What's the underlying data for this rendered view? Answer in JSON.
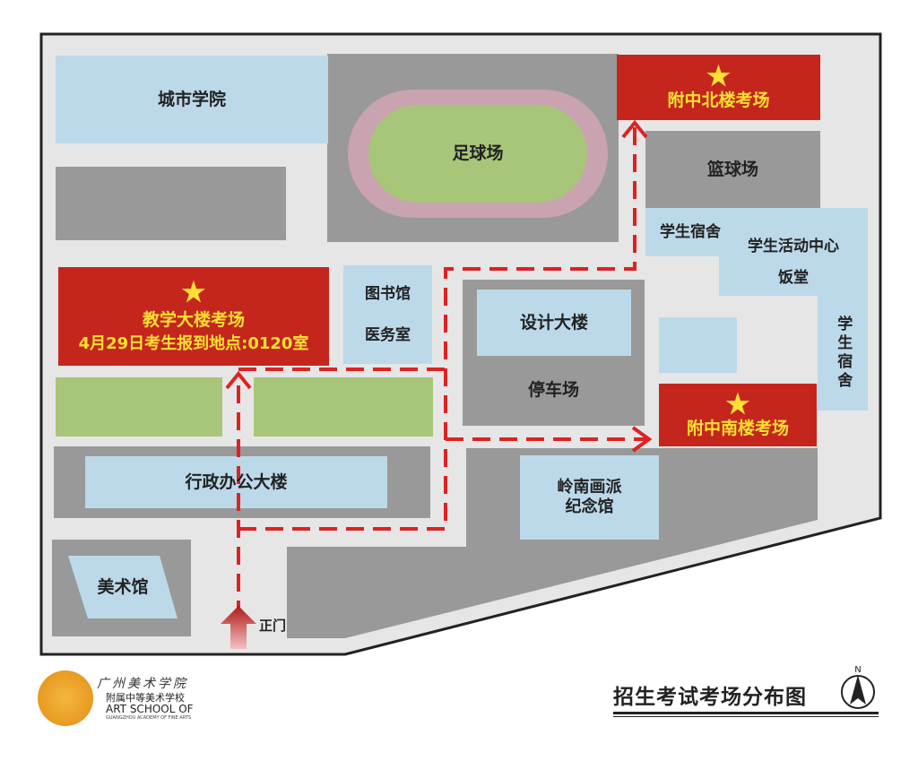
{
  "map": {
    "labels": {
      "city_college": "城市学院",
      "football_field": "足球场",
      "north_exam": "附中北楼考场",
      "basketball": "篮球场",
      "dorm_1": "学生宿舍",
      "activity_center": "学生活动中心",
      "canteen": "饭堂",
      "dorm_vertical": "学生宿舍",
      "teaching_exam": "教学大楼考场",
      "registration": "4月29日考生报到地点:0120室",
      "library": "图书馆",
      "clinic": "医务室",
      "design_building": "设计大楼",
      "parking": "停车场",
      "south_exam": "附中南楼考场",
      "admin_building": "行政办公大楼",
      "memorial": "岭南画派纪念馆",
      "art_museum": "美术馆",
      "main_gate": "正门"
    },
    "star_symbol": "★",
    "colors": {
      "ground": "#e6e6e6",
      "building_gray": "#999999",
      "building_blue": "#bcd9ea",
      "lawn_green": "#a8c679",
      "track_pink": "#c9a3b0",
      "exam_red": "#c4261d",
      "exam_text": "#ffe033",
      "route_red": "#dd2222"
    }
  },
  "footer": {
    "title": "招生考试考场分布图",
    "north_arrow_letter": "N"
  },
  "logo": {
    "calligraphy": "广州美术学院",
    "school_cn": "附属中等美术学校",
    "school_en": "ART SCHOOL OF",
    "school_en_small": "GUANGZHOU ACADEMY OF FINE ARTS"
  }
}
